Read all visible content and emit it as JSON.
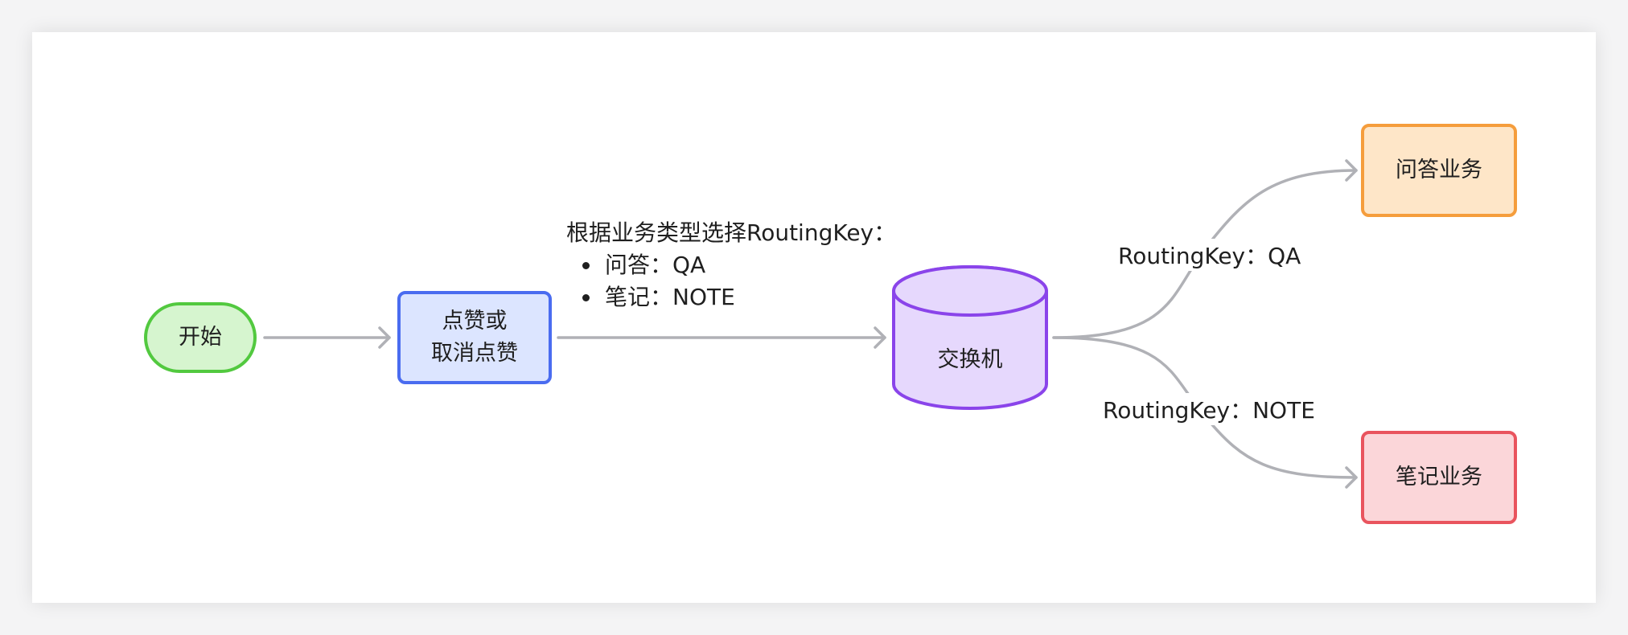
{
  "diagram": {
    "nodes": {
      "start": {
        "label": "开始",
        "fill": "#d6f5cf",
        "stroke": "#52c93f"
      },
      "like": {
        "label": "点赞或\n取消点赞",
        "fill": "#dce5ff",
        "stroke": "#4a6cf0"
      },
      "exchange": {
        "label": "交换机",
        "fill": "#e6d8fd",
        "stroke": "#8a44ea"
      },
      "qa": {
        "label": "问答业务",
        "fill": "#fee6c8",
        "stroke": "#f59d3c"
      },
      "note": {
        "label": "笔记业务",
        "fill": "#fbd6d9",
        "stroke": "#e9545e"
      }
    },
    "rule": {
      "title": "根据业务类型选择RoutingKey：",
      "items": [
        "问答：QA",
        "笔记：NOTE"
      ]
    },
    "edge_labels": {
      "qa": "RoutingKey：QA",
      "note": "RoutingKey：NOTE"
    },
    "edge_color": "#b0b1b6"
  }
}
